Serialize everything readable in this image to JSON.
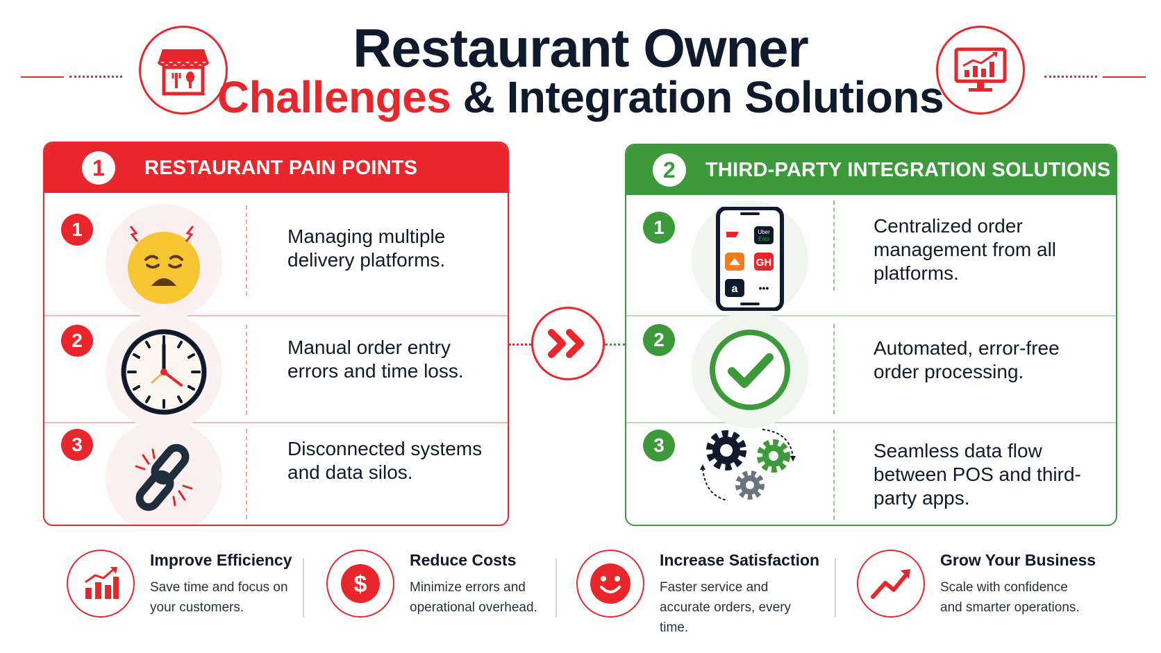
{
  "header": {
    "title_line1": "Restaurant Owner",
    "title_line2_red": "Challenges",
    "title_line2_rest": " & Integration Solutions",
    "left_icon": "storefront-icon",
    "right_icon": "monitor-chart-icon"
  },
  "colors": {
    "red": "#e8262b",
    "green": "#3c9a3b",
    "navy": "#0f1b2d"
  },
  "pain_points": {
    "number": "1",
    "title": "RESTAURANT PAIN POINTS",
    "items": [
      {
        "num": "1",
        "icon": "stressed-face-icon",
        "text": "Managing multiple delivery platforms."
      },
      {
        "num": "2",
        "icon": "clock-icon",
        "text": "Manual order entry errors and time loss."
      },
      {
        "num": "3",
        "icon": "broken-link-icon",
        "text": "Disconnected systems and data silos."
      }
    ]
  },
  "center": {
    "icon": "double-chevron-right-icon"
  },
  "solutions": {
    "number": "2",
    "title": "THIRD-PARTY INTEGRATION SOLUTIONS",
    "items": [
      {
        "num": "1",
        "icon": "phone-apps-icon",
        "text": "Centralized order management from all platforms."
      },
      {
        "num": "2",
        "icon": "checkmark-circle-icon",
        "text": "Automated, error-free order processing."
      },
      {
        "num": "3",
        "icon": "gears-sync-icon",
        "text": "Seamless data flow between POS and third-party apps."
      }
    ],
    "phone_app_labels": {
      "uber": "Uber",
      "eats": "Eats",
      "gh": "GH",
      "amazon": "a",
      "more": "•••"
    }
  },
  "benefits": [
    {
      "icon": "bar-chart-up-icon",
      "title": "Improve Efficiency",
      "desc": "Save time and focus on your customers."
    },
    {
      "icon": "dollar-icon",
      "title": "Reduce Costs",
      "desc": "Minimize errors and operational overhead."
    },
    {
      "icon": "smiley-icon",
      "title": "Increase Satisfaction",
      "desc": "Faster service and accurate orders, every time."
    },
    {
      "icon": "trend-up-icon",
      "title": "Grow Your Business",
      "desc": "Scale with confidence and smarter operations."
    }
  ]
}
